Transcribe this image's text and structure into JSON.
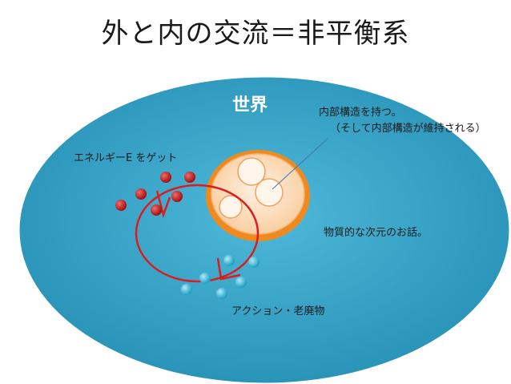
{
  "title": "外と内の交流＝非平衡系",
  "labels": {
    "world": "世界",
    "internal_structure": "内部構造を持つ。",
    "maintained": "（そして内部構造が維持される）",
    "energy": "エネルギーE をゲット",
    "material": "物質的な次元のお話。",
    "action": "アクション・老廃物"
  },
  "colors": {
    "world_fill": "#2fa2c6",
    "cell_outer": "#f08a1e",
    "cell_inner": "#fde2c8",
    "cycle_stroke": "#d81e1e",
    "energy_ball": "#c41a1a",
    "waste_ball": "#49c2e0"
  }
}
